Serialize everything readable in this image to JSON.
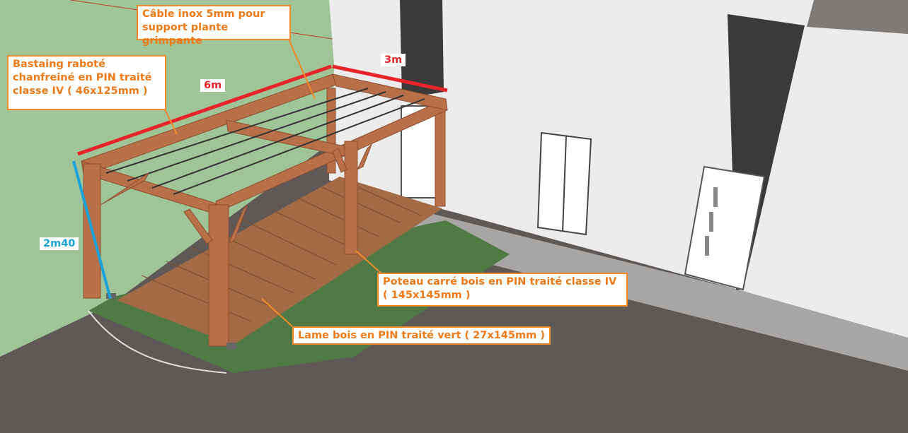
{
  "callouts": {
    "cable": "Câble inox 5mm pour\nsupport plante grimpante",
    "bastaing": "Bastaing raboté\nchanfreiné en PIN traité\nclasse IV  ( 46x125mm )",
    "poteau": "Poteau carré bois en PIN traité classe IV\n( 145x145mm )",
    "lame": "Lame bois en PIN traité vert ( 27x145mm )"
  },
  "dimensions": {
    "length": "6m",
    "width": "3m",
    "height": "2m40"
  },
  "colors": {
    "callout_border": "#f08a2a",
    "callout_text": "#f07a18",
    "dim_red": "#e8242b",
    "dim_blue": "#1aa3d9",
    "wood": "#b8704a",
    "wood_dark": "#8e4f30",
    "green_wall": "#9fc497",
    "lawn": "#4f7a45",
    "pavement": "#5e5956"
  }
}
